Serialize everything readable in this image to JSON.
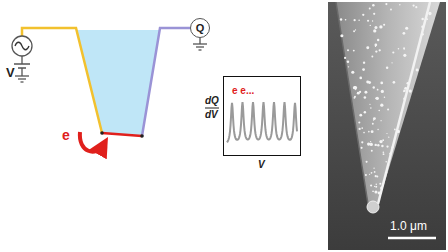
{
  "diagram": {
    "nodes": [
      {
        "text": [
          "Q"
        ]
      },
      {
        "text": [
          "e e..."
        ]
      }
    ],
    "labels": [
      "V",
      "e",
      "dQ",
      "dV",
      "V",
      "1.0 μm"
    ]
  }
}
